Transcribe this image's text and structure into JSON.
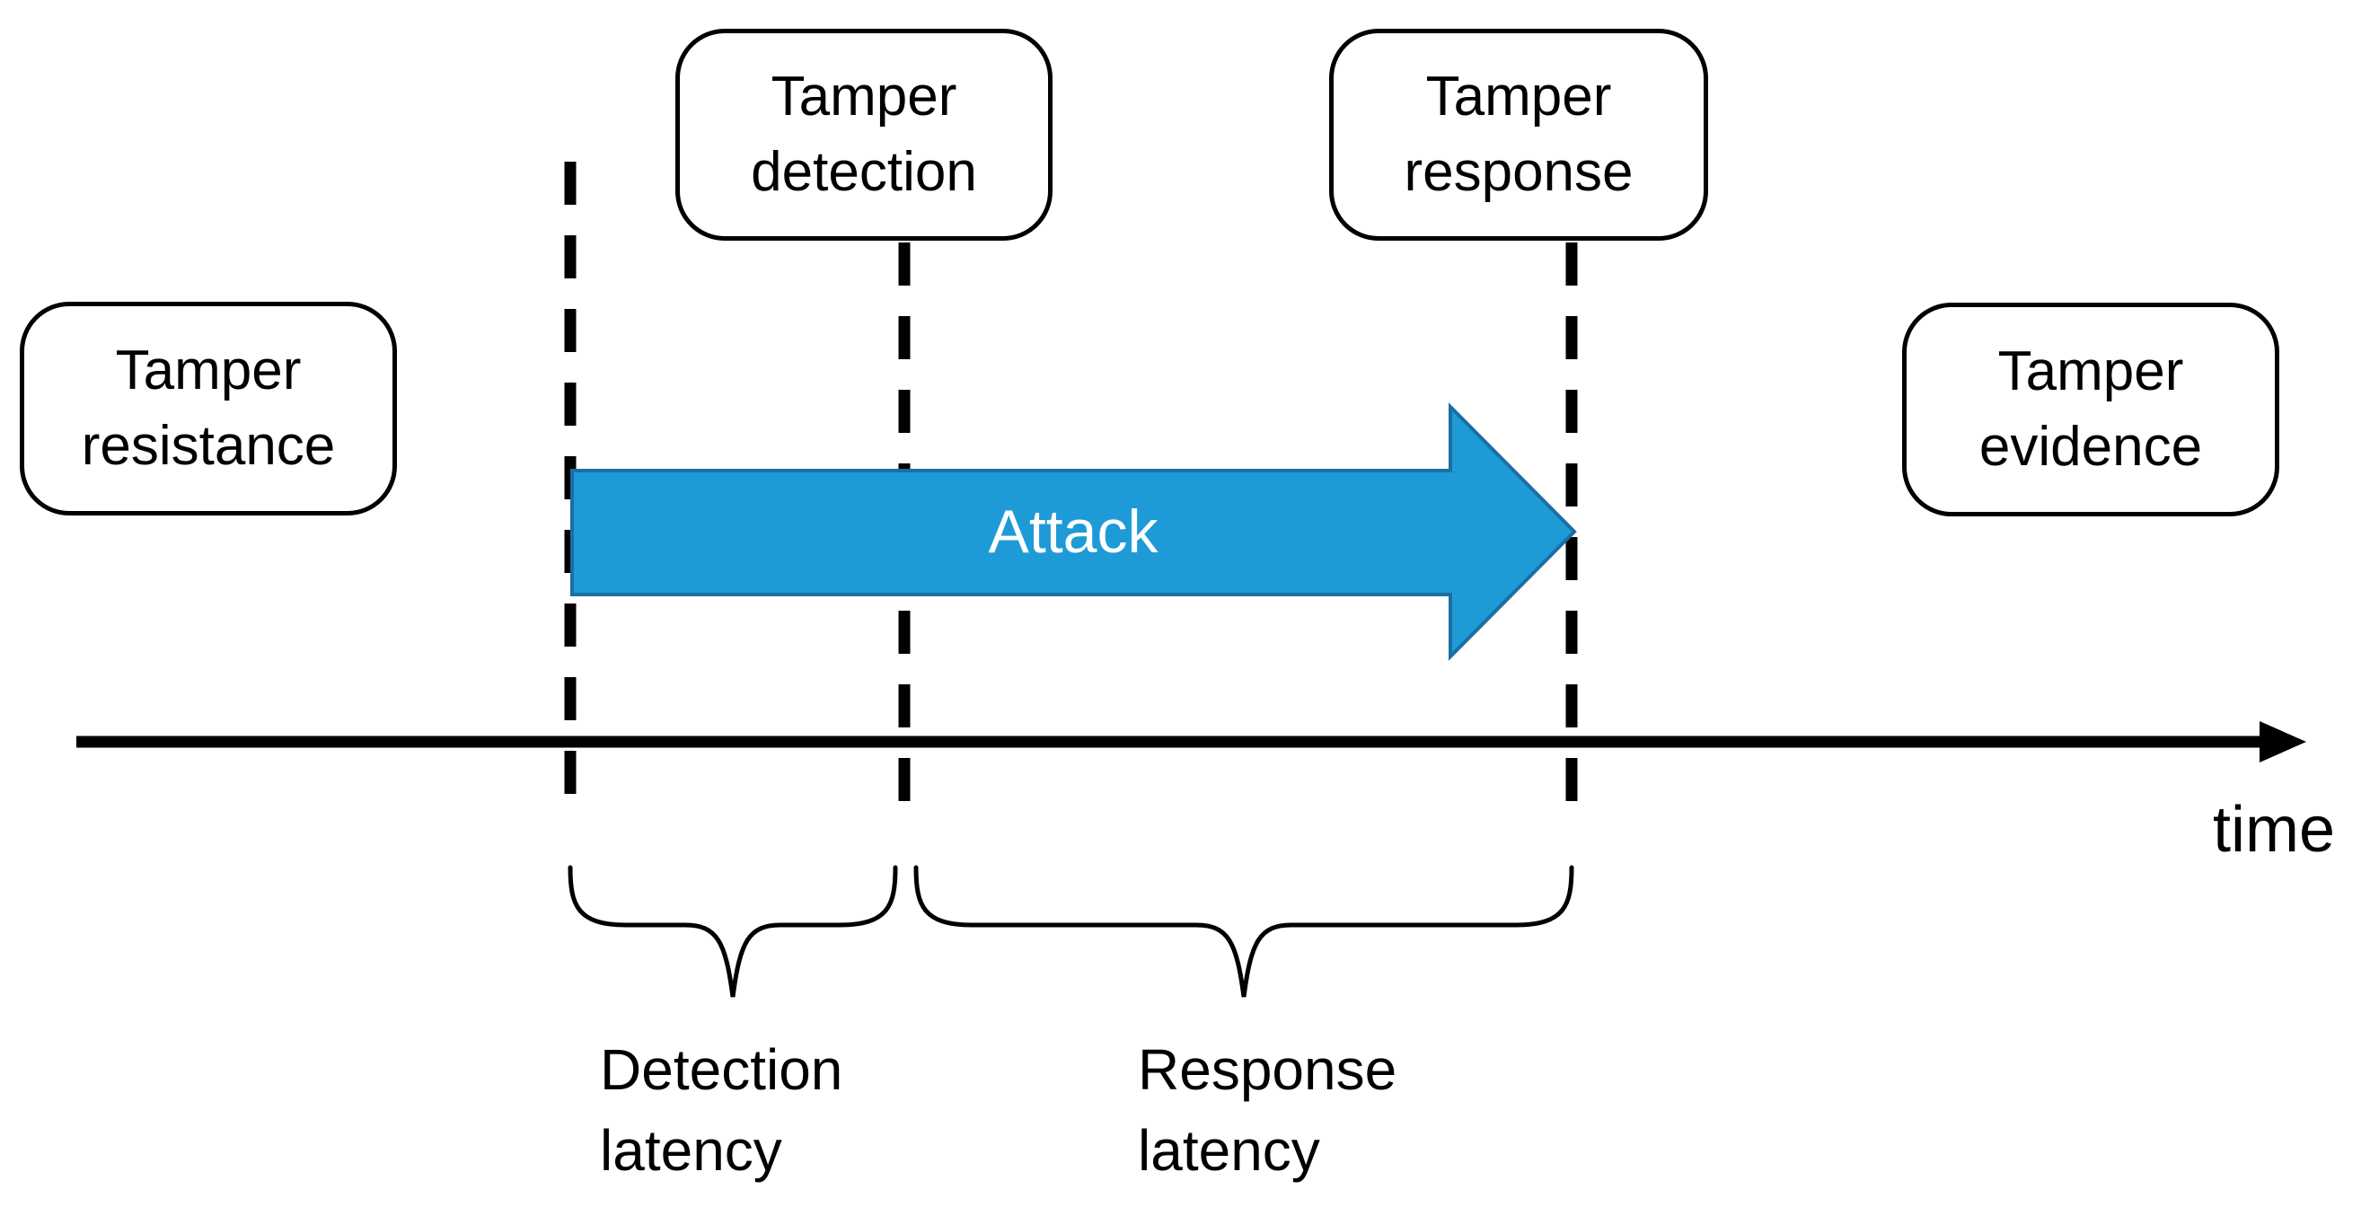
{
  "diagram": {
    "boxes": [
      {
        "id": "tamper-resistance",
        "label": "Tamper\nresistance"
      },
      {
        "id": "tamper-detection",
        "label": "Tamper\ndetection"
      },
      {
        "id": "tamper-response",
        "label": "Tamper\nresponse"
      },
      {
        "id": "tamper-evidence",
        "label": "Tamper\nevidence"
      }
    ],
    "attack_arrow": {
      "label": "Attack",
      "fill": "#1e9bd7",
      "border": "#1b6fa3",
      "text_color": "#ffffff"
    },
    "time_axis": {
      "label": "time",
      "color": "#000000"
    },
    "latency_braces": [
      {
        "id": "detection-latency",
        "label": "Detection\nlatency"
      },
      {
        "id": "response-latency",
        "label": "Response\nlatency"
      }
    ],
    "colors": {
      "background": "#ffffff",
      "box_border": "#000000",
      "text": "#000000",
      "dashed_line": "#000000"
    }
  }
}
